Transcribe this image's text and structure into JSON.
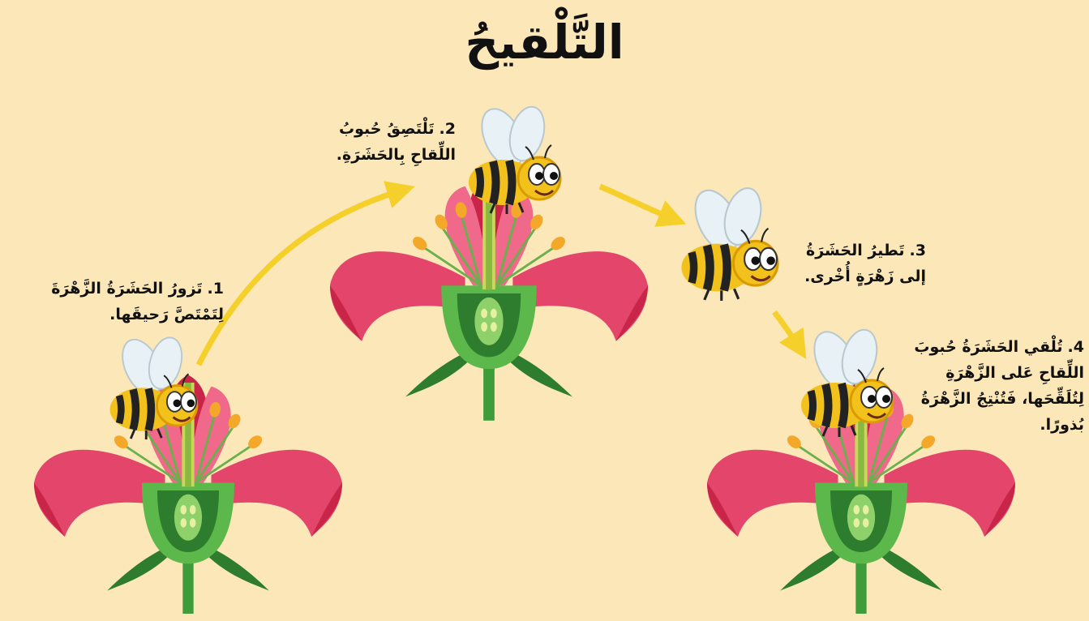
{
  "title": "التَّلْقيحُ",
  "steps": [
    {
      "number": "1.",
      "lines": [
        "تَزورُ الحَشَرَةُ الزَّهْرَةَ",
        "لِتَمْتَصَّ رَحيقَها."
      ]
    },
    {
      "number": "2.",
      "lines": [
        "تَلْتَصِقُ حُبوبُ",
        "اللِّقاحِ بِالحَشَرَةِ."
      ]
    },
    {
      "number": "3.",
      "lines": [
        "تَطيرُ الحَشَرَةُ",
        "إلى زَهْرَةٍ أُخْرى."
      ]
    },
    {
      "number": "4.",
      "lines": [
        "تُلْقي الحَشَرَةُ حُبوبَ",
        "اللِّقاحِ عَلى الزَّهْرَةِ",
        "لِتُلَقِّحَها، فَتُنْتِجُ الزَّهْرَةُ",
        "بُذورًا."
      ]
    }
  ],
  "colors": {
    "background": "#fbe7b8",
    "petal": "#e3456b",
    "stem": "#3f9c3a",
    "bee_body": "#f2c11c",
    "arrow": "#f5cf2a"
  },
  "icons": [
    "flower-icon",
    "bee-icon",
    "arrow-icon"
  ]
}
